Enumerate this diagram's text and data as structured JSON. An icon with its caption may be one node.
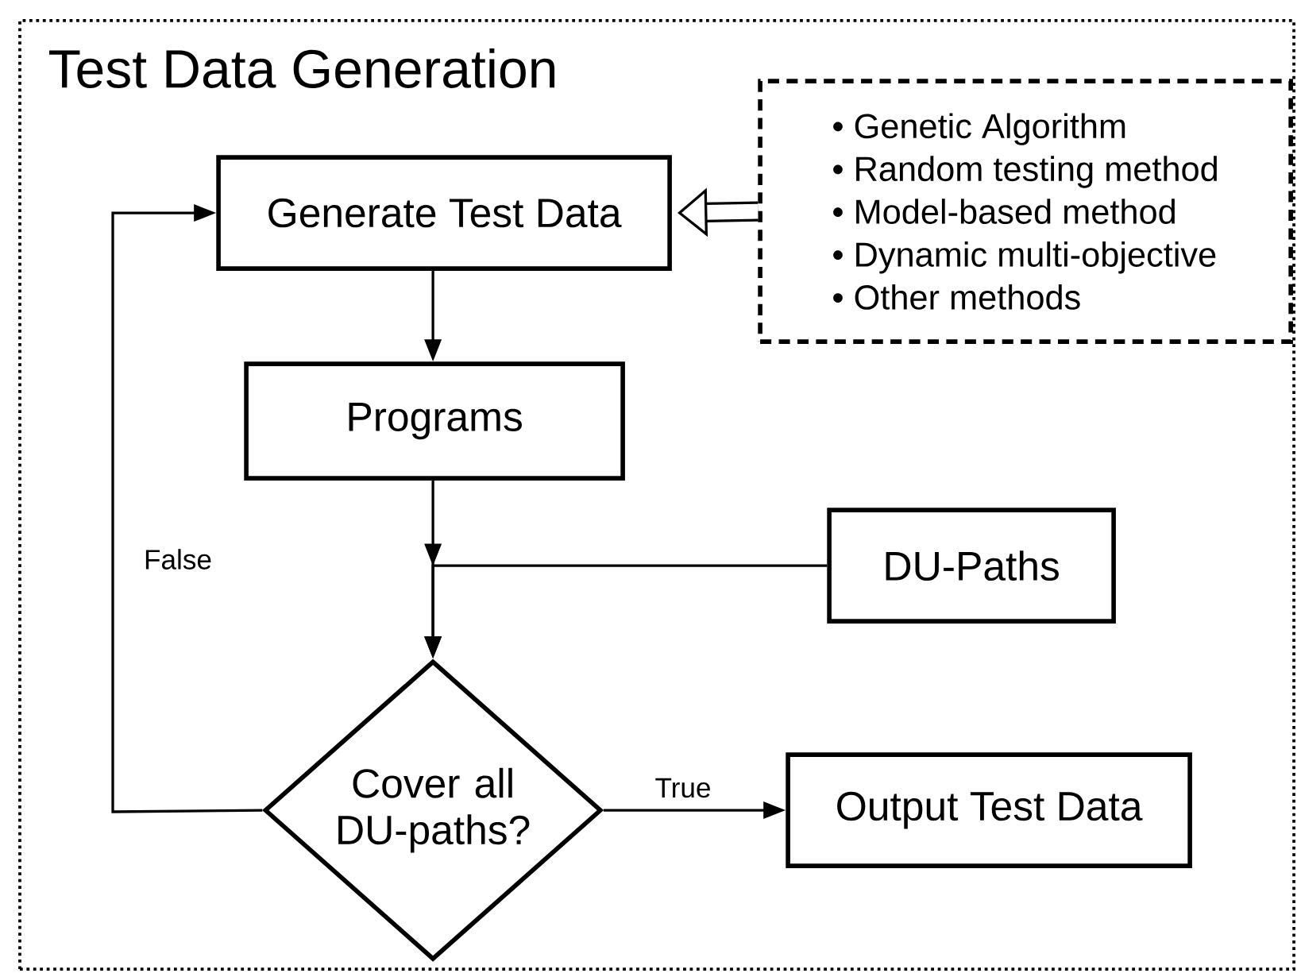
{
  "diagram": {
    "nodes": [
      {
        "text": [
          "Test Data Generation"
        ]
      },
      {
        "text": [
          "Generate Test Data"
        ],
        "in": 0
      },
      {
        "text": [
          "• Genetic Algorithm",
          "• Random testing method",
          "• Model-based method",
          "• Dynamic multi-objective",
          "• Other methods"
        ],
        "in": 0
      },
      {
        "text": [
          "Programs"
        ],
        "in": 0
      },
      {
        "text": [
          "DU-Paths"
        ],
        "in": 0
      },
      {
        "text": [
          "Cover all DU-paths?"
        ],
        "in": 0
      },
      {
        "text": [
          "Output Test Data"
        ],
        "in": 0
      }
    ],
    "edges": [
      {
        "from": 2,
        "to": 1,
        "arrow": "to",
        "style": "thick"
      },
      {
        "from": 1,
        "to": 3,
        "arrow": "to"
      },
      {
        "from": 3,
        "to": 5,
        "arrow": "to"
      },
      {
        "from": 4,
        "to": 5,
        "arrow": "to"
      },
      {
        "from": 5,
        "to": 1,
        "arrow": "to",
        "label": "False"
      },
      {
        "from": 5,
        "to": 6,
        "arrow": "to",
        "label": "True"
      }
    ]
  }
}
